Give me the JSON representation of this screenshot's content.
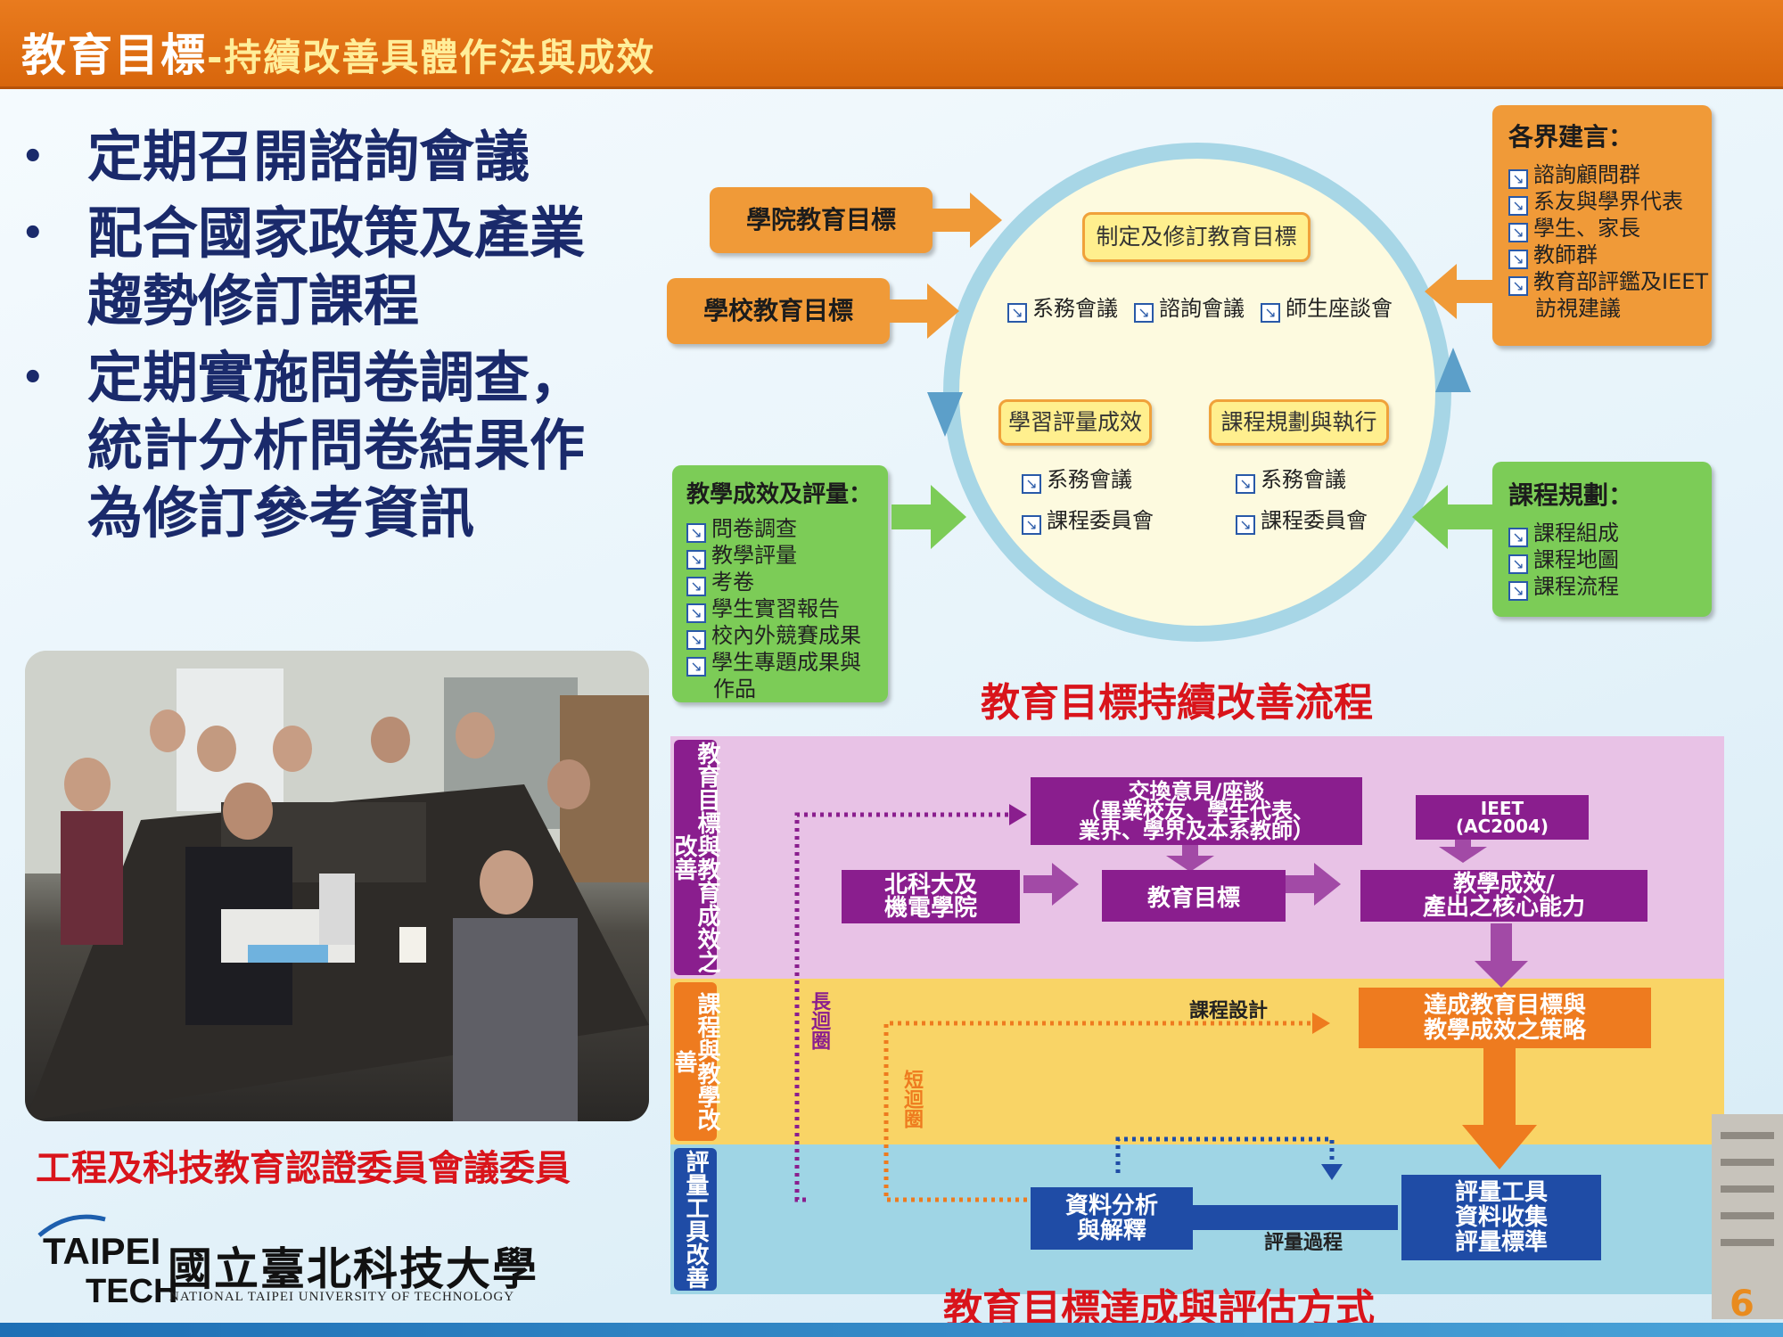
{
  "title": {
    "main": "教育目標",
    "sub": "-持續改善具體作法與成效"
  },
  "bullets": [
    "定期召開諮詢會議",
    "配合國家政策及產業\n趨勢修訂課程",
    "定期實施問卷調查，\n統計分析問卷結果作\n為修訂參考資訊"
  ],
  "bullet_symbol": "•",
  "photo_caption": "工程及科技教育認證委員會議委員",
  "logo": {
    "taipei": "TAIPEI",
    "tech": "TECH",
    "chinese": "國立臺北科技大學",
    "english": "NATIONAL TAIPEI UNIVERSITY OF TECHNOLOGY"
  },
  "diagram1": {
    "college_goal": "學院教育目標",
    "school_goal": "學校教育目標",
    "center_top": "制定及修訂教育目標",
    "center_top_items": [
      "系務會議",
      "諮詢會議",
      "師生座談會"
    ],
    "left_node": "學習評量成效",
    "left_node_items": [
      "系務會議",
      "課程委員會"
    ],
    "right_node": "課程規劃與執行",
    "right_node_items": [
      "系務會議",
      "課程委員會"
    ],
    "advice": {
      "title": "各界建言：",
      "items": [
        "諮詢顧問群",
        "系友與學界代表",
        "學生、家長",
        "教師群",
        "教育部評鑑及IEET",
        "訪視建議"
      ]
    },
    "teaching": {
      "title": "教學成效及評量：",
      "items": [
        "問卷調查",
        "教學評量",
        "考卷",
        "學生實習報告",
        "校內外競賽成果",
        "學生專題成果與",
        "作品"
      ]
    },
    "curriculum": {
      "title": "課程規劃：",
      "items": [
        "課程組成",
        "課程地圖",
        "課程流程"
      ]
    },
    "caption": "教育目標持續改善流程"
  },
  "diagram2": {
    "band_labels": [
      "教育目標與教育成效之改善",
      "課程與教學改善",
      "評量工具改善"
    ],
    "exchange": "交換意見/座談\n（畢業校友、學生代表、\n業界、學界及本系教師）",
    "ieet": "IEET\n(AC2004)",
    "ntut": "北科大及\n機電學院",
    "edu_goal": "教育目標",
    "outcome": "教學成效/\n產出之核心能力",
    "strategy": "達成教育目標與\n教學成效之策略",
    "analysis": "資料分析\n與解釋",
    "tools": "評量工具\n資料收集\n評量標準",
    "course_design": "課程設計",
    "assess_process": "評量過程",
    "long_loop": "長迴圈",
    "short_loop": "短迴圈",
    "caption": "教育目標達成與評估方式"
  },
  "page_number": "6",
  "colors": {
    "title_orange": "#e97b1e",
    "caption_red": "#d9141b",
    "bullet_navy": "#1a2a6b",
    "purple": "#8a1e8e",
    "orange": "#ee7b1f",
    "blue": "#1f4ca6"
  }
}
